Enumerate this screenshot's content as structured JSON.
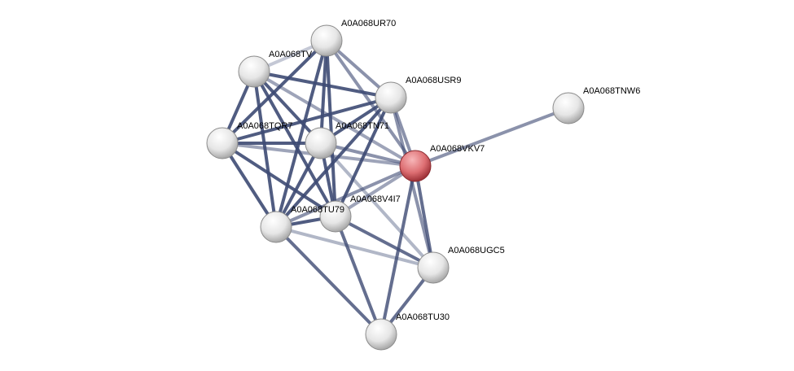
{
  "network": {
    "nodes": [
      {
        "id": "UR70",
        "label": "A0A068UR70",
        "color": "#e8e8e8"
      },
      {
        "id": "TV",
        "label": "A0A068TV",
        "color": "#e8e8e8"
      },
      {
        "id": "USR9",
        "label": "A0A068USR9",
        "color": "#e8e8e8"
      },
      {
        "id": "TNW6",
        "label": "A0A068TNW6",
        "color": "#e8e8e8"
      },
      {
        "id": "TQR7",
        "label": "A0A068TQR7",
        "color": "#e8e8e8"
      },
      {
        "id": "TN71",
        "label": "A0A068TN71",
        "color": "#e8e8e8"
      },
      {
        "id": "VKV7",
        "label": "A0A068VKV7",
        "color": "#d9686b",
        "query": true
      },
      {
        "id": "V4I7",
        "label": "A0A068V4I7",
        "color": "#e8e8e8"
      },
      {
        "id": "TU79",
        "label": "A0A068TU79",
        "color": "#e8e8e8"
      },
      {
        "id": "UGC5",
        "label": "A0A068UGC5",
        "color": "#e8e8e8"
      },
      {
        "id": "TU30",
        "label": "A0A068TU30",
        "color": "#e8e8e8"
      }
    ],
    "edges": [
      [
        "UR70",
        "TV",
        0.3
      ],
      [
        "UR70",
        "USR9",
        0.6
      ],
      [
        "UR70",
        "TQR7",
        0.9
      ],
      [
        "UR70",
        "TN71",
        0.9
      ],
      [
        "UR70",
        "VKV7",
        0.6
      ],
      [
        "UR70",
        "TU79",
        0.9
      ],
      [
        "UR70",
        "V4I7",
        0.9
      ],
      [
        "TV",
        "USR9",
        0.9
      ],
      [
        "TV",
        "TQR7",
        0.9
      ],
      [
        "TV",
        "TN71",
        0.9
      ],
      [
        "TV",
        "VKV7",
        0.5
      ],
      [
        "TV",
        "TU79",
        0.9
      ],
      [
        "TV",
        "V4I7",
        0.9
      ],
      [
        "USR9",
        "TQR7",
        0.9
      ],
      [
        "USR9",
        "TN71",
        0.9
      ],
      [
        "USR9",
        "VKV7",
        0.6
      ],
      [
        "USR9",
        "TU79",
        0.9
      ],
      [
        "USR9",
        "V4I7",
        0.9
      ],
      [
        "USR9",
        "UGC5",
        0.6
      ],
      [
        "TQR7",
        "TN71",
        0.9
      ],
      [
        "TQR7",
        "VKV7",
        0.5
      ],
      [
        "TQR7",
        "TU79",
        0.9
      ],
      [
        "TQR7",
        "V4I7",
        0.9
      ],
      [
        "TN71",
        "VKV7",
        0.6
      ],
      [
        "TN71",
        "TU79",
        0.9
      ],
      [
        "TN71",
        "V4I7",
        0.9
      ],
      [
        "TN71",
        "UGC5",
        0.4
      ],
      [
        "VKV7",
        "TNW6",
        0.6
      ],
      [
        "VKV7",
        "V4I7",
        0.5
      ],
      [
        "VKV7",
        "TU79",
        0.6
      ],
      [
        "VKV7",
        "UGC5",
        0.8
      ],
      [
        "VKV7",
        "TU30",
        0.8
      ],
      [
        "TU79",
        "V4I7",
        0.9
      ],
      [
        "TU79",
        "UGC5",
        0.4
      ],
      [
        "TU79",
        "TU30",
        0.8
      ],
      [
        "V4I7",
        "UGC5",
        0.8
      ],
      [
        "V4I7",
        "TU30",
        0.8
      ],
      [
        "UGC5",
        "TU30",
        0.8
      ]
    ],
    "edge_color": "#3d4a73"
  }
}
